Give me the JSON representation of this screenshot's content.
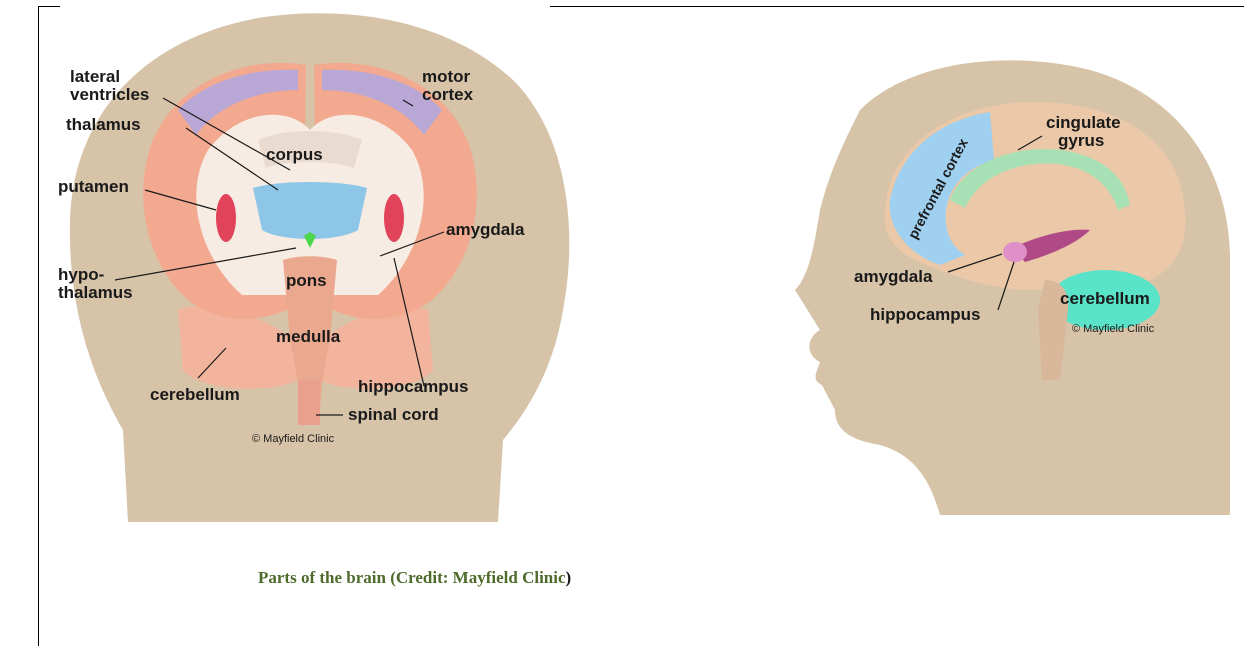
{
  "figure_left": {
    "labels": {
      "lateral_ventricles_1": "lateral",
      "lateral_ventricles_2": "ventricles",
      "motor_cortex_1": "motor",
      "motor_cortex_2": "cortex",
      "thalamus": "thalamus",
      "corpus": "corpus",
      "putamen": "putamen",
      "amygdala": "amygdala",
      "hypothalamus_1": "hypo-",
      "hypothalamus_2": "thalamus",
      "pons": "pons",
      "medulla": "medulla",
      "cerebellum": "cerebellum",
      "hippocampus": "hippocampus",
      "spinal_cord": "spinal cord",
      "copyright": "© Mayfield Clinic"
    }
  },
  "figure_right": {
    "labels": {
      "prefrontal_cortex": "prefrontal cortex",
      "cingulate_gyrus_1": "cingulate",
      "cingulate_gyrus_2": "gyrus",
      "amygdala": "amygdala",
      "hippocampus": "hippocampus",
      "cerebellum": "cerebellum",
      "copyright": "© Mayfield Clinic"
    }
  },
  "caption": {
    "text": "Parts of the brain (Credit: Mayfield Clinic",
    "close": ")"
  },
  "colors": {
    "skin": "#d6c3a8",
    "cortex_pink": "#f2a98f",
    "white_matter": "#f7ece3",
    "motor_purple": "#b9a7d6",
    "thalamus_blue": "#8ec6e8",
    "hypothalamus_green": "#4cd64c",
    "putamen_red": "#e0435a",
    "prefrontal_blue": "#9fd0ef",
    "cingulate_green": "#a6e0b4",
    "cerebellum_teal": "#59e3c9",
    "hippocampus_magenta": "#b04a86",
    "caption_green": "#4e6b2b"
  }
}
